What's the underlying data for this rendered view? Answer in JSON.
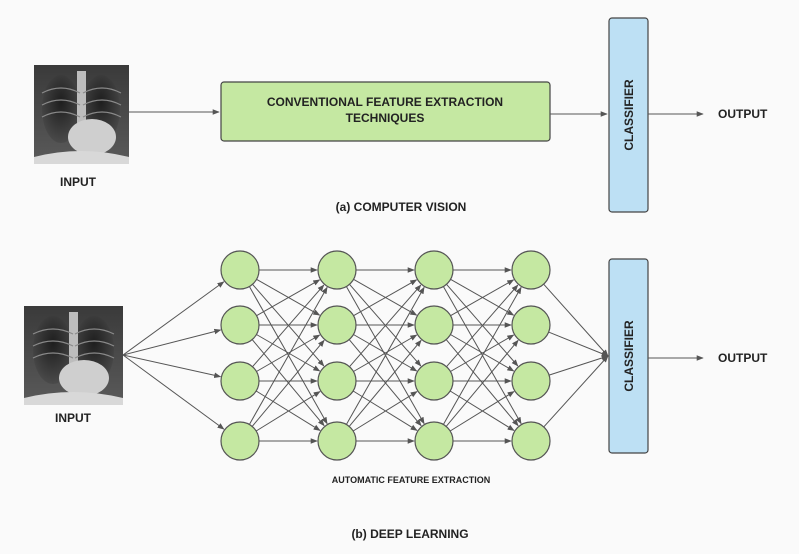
{
  "colors": {
    "feature_box": "#c5e8a2",
    "node_fill": "#c5e8a2",
    "classifier_box": "#bde0f4",
    "line": "#555555",
    "text": "#222222",
    "background": "#fafafa"
  },
  "top": {
    "input_label": "INPUT",
    "feature_box_line1": "CONVENTIONAL FEATURE EXTRACTION",
    "feature_box_line2": "TECHNIQUES",
    "classifier_label": "CLASSIFIER",
    "output_label": "OUTPUT",
    "caption": "(a) COMPUTER VISION"
  },
  "bottom": {
    "input_label": "INPUT",
    "network_label": "AUTOMATIC FEATURE EXTRACTION",
    "classifier_label": "CLASSIFIER",
    "output_label": "OUTPUT",
    "caption": "(b) DEEP LEARNING",
    "layers": 4,
    "nodes_per_layer": 4
  }
}
